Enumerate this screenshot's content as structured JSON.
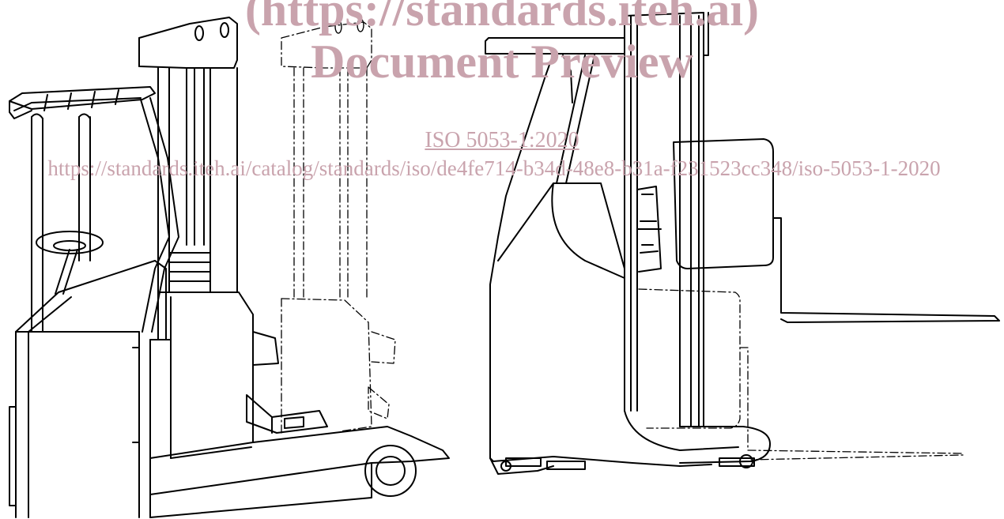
{
  "watermark": {
    "line1": "(https://standards.iteh.ai)",
    "line2": "Document Preview",
    "line3": "ISO 5053-1:2020",
    "line4": "https://standards.iteh.ai/catalog/standards/iso/de4fe714-b34d-48e8-b31a-f231523cc348/iso-5053-1-2020",
    "color": "#c9a3ad"
  },
  "figure": {
    "line_color": "#000000",
    "views": [
      "perspective-view",
      "side-elevation-view"
    ]
  }
}
